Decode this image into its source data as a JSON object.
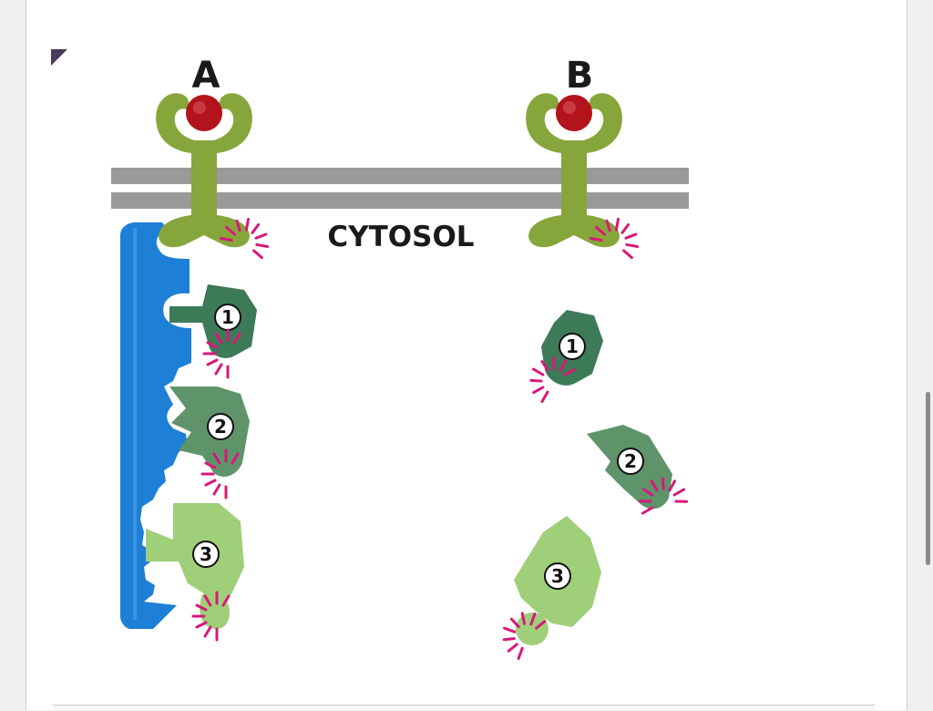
{
  "diagram": {
    "panel_a_label": "A",
    "panel_b_label": "B",
    "region_label": "CYTOSOL",
    "protein_numbers": [
      "1",
      "2",
      "3"
    ]
  },
  "colors": {
    "membrane": "#9a9a9a",
    "receptor": "#86a63b",
    "signal_molecule": "#b3141c",
    "scaffold": "#1e7fd6",
    "protein_1": "#3d7a58",
    "protein_2": "#5f946a",
    "protein_3": "#9fcf78",
    "activation_spikes": "#d8187a"
  }
}
